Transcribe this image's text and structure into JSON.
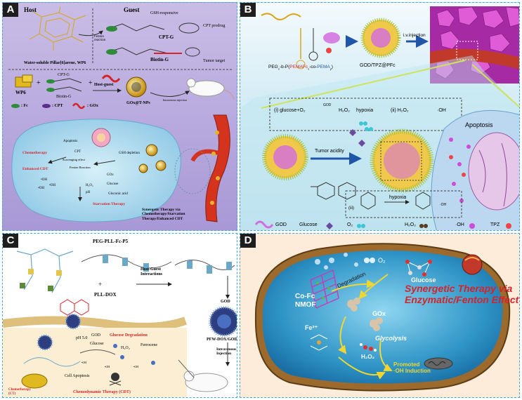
{
  "panels": {
    "a": {
      "label": "A",
      "host_title": "Host",
      "guest_title": "Guest",
      "host_name": "Water-soluble Pillar[6]arene, WP6",
      "gsh_responsive": "GSH-responsive",
      "cpt_prodrug": "CPT prodrug",
      "fenton_reaction": "Fenton\nreaction",
      "cpt_g": "CPT-G",
      "biotin_g": "Biotin-G",
      "tumor_target": "Tumor target",
      "wp6": "WP6",
      "plus1": "+",
      "plus2": "+",
      "cpt_g2": "CPT-G",
      "biotin_g2": "Biotin-G",
      "host_guest": "Host-guest",
      "gox_np": "GOx@T-NPs",
      "iv_injection": "Intravenous injection",
      "legend_fc": ": Fc",
      "legend_cpt": ": CPT",
      "legend_gox": ": GOx",
      "apoptosis": "Apoptosis",
      "cpt": "CPT",
      "gsh_depletion": "GSH depletion",
      "chemotherapy": "Chemotherapy",
      "scavenging": "Scavenging effect",
      "fenton_reaction2": "Fenton Reaction",
      "enhanced_cdt": "Enhanced CDT",
      "oh1": "•OH",
      "oh2": "•OH",
      "oh3": "•OH",
      "gox": "GOx",
      "glucose": "Glucose",
      "h2o2": "H₂O₂",
      "ph": "pH",
      "gluconic_acid": "Gluconic acid",
      "starvation": "Starvation Therapy",
      "synergy": "Synergetic Therapy via\nChemotherapy/Starvation\nTherapy/Enhanced CDT"
    },
    "b": {
      "label": "B",
      "polymer": "PEG",
      "polymer_sub": "n",
      "polymer_mid": "-b-P(",
      "polymer_pemafc": "PEMAFc",
      "polymer_sub2": "x",
      "polymer_co": "-co-",
      "polymer_pema": "PEMA",
      "polymer_sub3": "y",
      "polymer_end": ")",
      "particle_name": "GOD/TPZ@PFc",
      "iv": "i.v.injection",
      "eq1": "(i)  glucose+O₂",
      "eq1_enzyme": "GOD",
      "eq1_product": "H₂O₂",
      "hypoxia": "hypoxia",
      "eq2": "(ii) H₂O₂",
      "eq2_product": "·OH",
      "tumor_acidity": "Tumor acidity",
      "apoptosis": "Apoptosis",
      "eq3": "(iii)",
      "hypoxia2": "hypoxia",
      "eq3_product": "·OH",
      "legend_god": "GOD",
      "legend_glucose": "Glucose",
      "legend_o2": "O₂",
      "legend_h2o2": "H₂O₂",
      "legend_oh": "·OH",
      "legend_tpz": "TPZ"
    },
    "c": {
      "label": "C",
      "polymer": "PEG-PLL-Fc-P5",
      "host_guest": "Host-Guest\nInteractions",
      "plus": "+",
      "pll_dox": "PLL-DOX",
      "god": "GOD",
      "ph": "pH 5.0",
      "god2": "GOD",
      "glucose_deg": "Glucose Degradation",
      "glucose": "Glucose",
      "h2o2": "H₂O₂",
      "ferrocene": "Ferrocene",
      "oh_1": "•OH",
      "oh_2": "•OH",
      "oh_3": "•OH",
      "apoptosis": "Cell Apoptosis",
      "chemo": "Chemotherapy\n(CT)",
      "cdt": "Chemodynamic Therapy (CDT)",
      "particle": "PFW-DOX/GOD",
      "injection": "Intravenous\nInjection"
    },
    "d": {
      "label": "D",
      "nmof": "Co-Fc\nNMOF",
      "degradation": "Degradation",
      "o2": "O₂",
      "glucose": "Glucose",
      "gox": "GOx",
      "glycolysis": "Glycolysis",
      "fe": "Fe²⁺",
      "h2o2": "H₂O₂",
      "promoted": "Promoted\n·OH Induction",
      "title": "Synergetic Therapy via\nEnzymatic/Fenton Effect"
    }
  },
  "colors": {
    "panel_border": "#3fa9d8",
    "panel_a_bg": "#b9a9dc",
    "panel_b_bg": "#cfe8f3",
    "panel_c_bg": "#ffffff",
    "panel_d_bg": "#fbe6cf",
    "red_text": "#d6232a",
    "blue_text": "#1f56a8"
  }
}
